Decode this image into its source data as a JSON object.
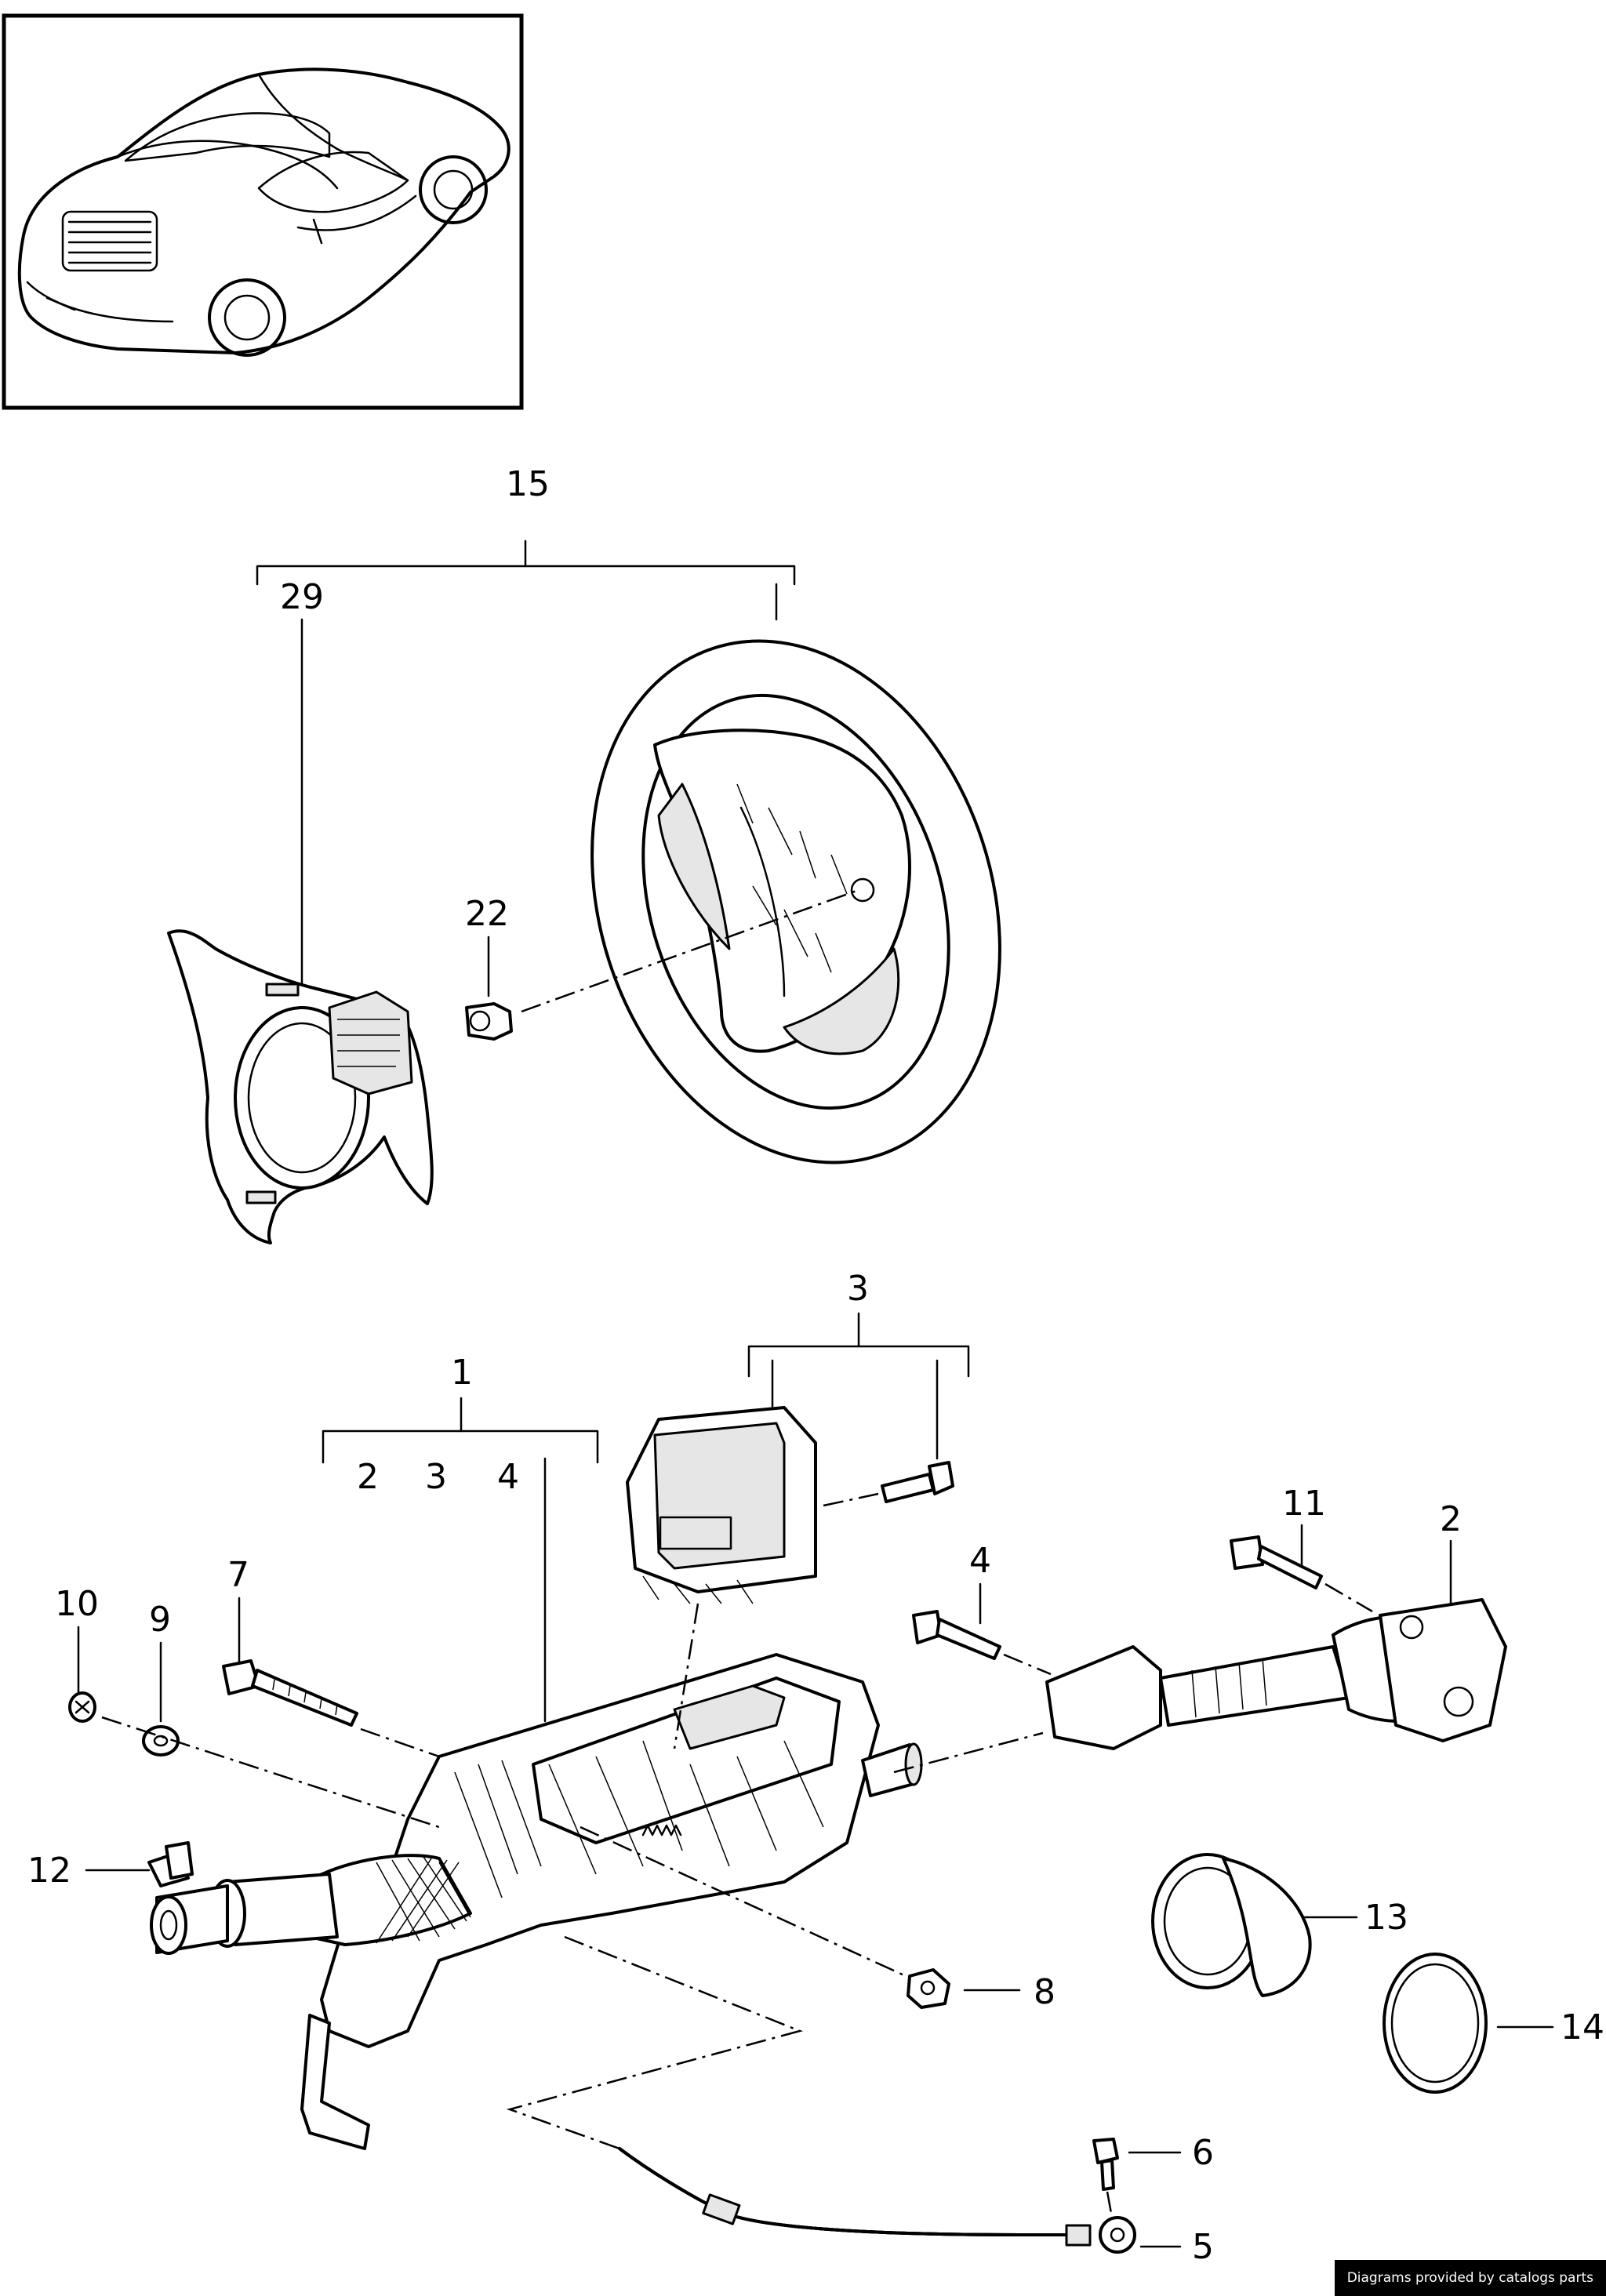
{
  "callouts": {
    "c1": "1",
    "c1_sub_a": "2",
    "c1_sub_b": "3",
    "c1_sub_c": "4",
    "c2": "2",
    "c3": "3",
    "c4": "4",
    "c5": "5",
    "c6": "6",
    "c7": "7",
    "c8": "8",
    "c9": "9",
    "c10": "10",
    "c11": "11",
    "c12": "12",
    "c13": "13",
    "c14": "14",
    "c15": "15",
    "c22": "22",
    "c29": "29"
  },
  "credit": "Diagrams provided by catalogs parts"
}
